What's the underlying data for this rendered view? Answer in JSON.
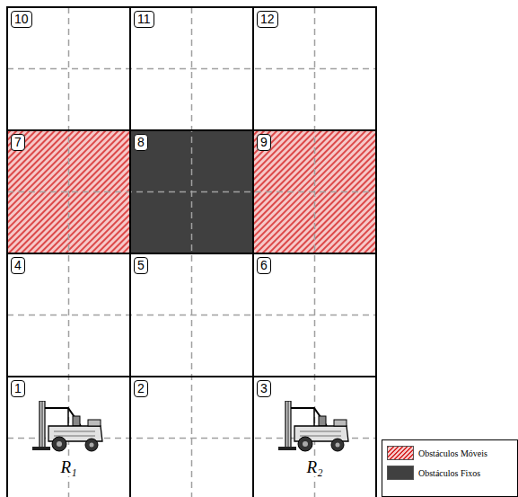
{
  "diagram": {
    "nodes": [
      {
        "text": [
          "10"
        ]
      },
      {
        "text": [
          "11"
        ]
      },
      {
        "text": [
          "12"
        ]
      },
      {
        "text": [
          "7"
        ]
      },
      {
        "text": [
          "8"
        ]
      },
      {
        "text": [
          "9"
        ]
      },
      {
        "text": [
          "4"
        ]
      },
      {
        "text": [
          "5"
        ]
      },
      {
        "text": [
          "6"
        ]
      },
      {
        "text": [
          "1",
          "R₁"
        ]
      },
      {
        "text": [
          "2"
        ]
      },
      {
        "text": [
          "3",
          "R₂"
        ]
      }
    ],
    "legend": [
      {
        "text": "Obstáculos Móveis"
      },
      {
        "text": "Obstáculos Fixos",
        "color": "#404040"
      }
    ]
  }
}
